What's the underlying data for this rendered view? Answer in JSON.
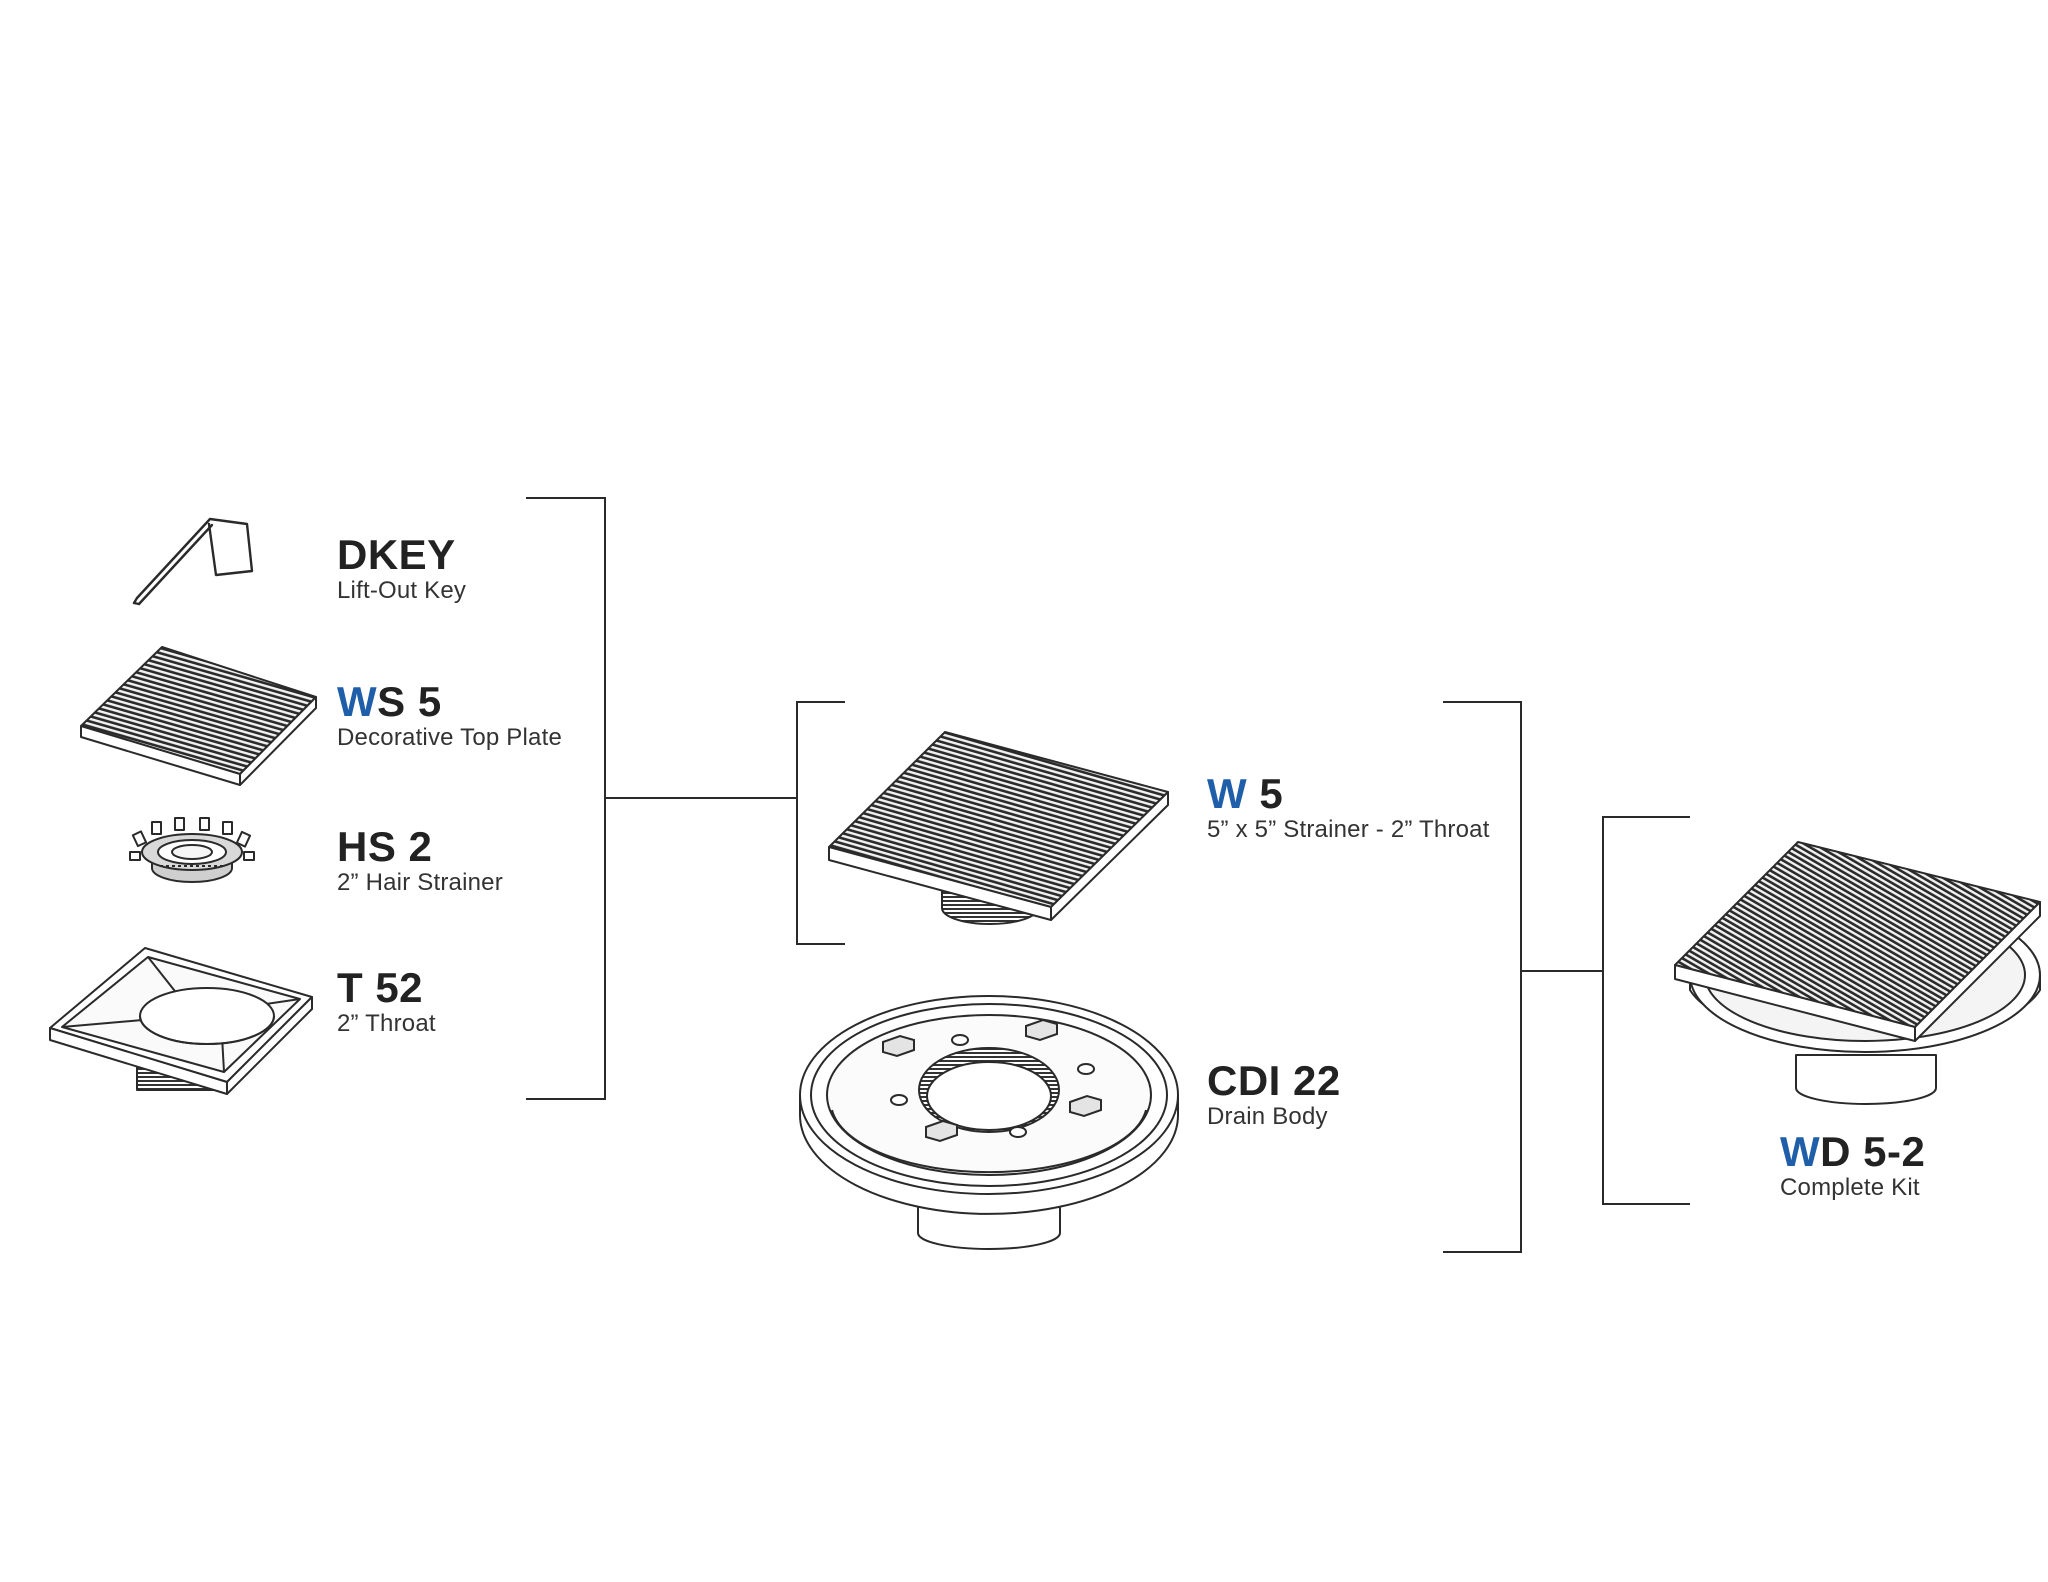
{
  "colors": {
    "accent": "#1f5ea8",
    "text": "#222222",
    "line": "#2a2a2a",
    "background": "#ffffff"
  },
  "components": [
    {
      "id": "dkey",
      "code_accent": "",
      "code_rest": "DKEY",
      "description": "Lift-Out Key",
      "icon": "lift-out-key-icon"
    },
    {
      "id": "ws5",
      "code_accent": "W",
      "code_rest": "S 5",
      "description": "Decorative Top Plate",
      "icon": "top-plate-icon"
    },
    {
      "id": "hs2",
      "code_accent": "",
      "code_rest": "HS 2",
      "description": "2” Hair Strainer",
      "icon": "hair-strainer-icon"
    },
    {
      "id": "t52",
      "code_accent": "",
      "code_rest": "T 52",
      "description": "2” Throat",
      "icon": "throat-icon"
    }
  ],
  "assemblies": [
    {
      "id": "w5",
      "code_accent": "W",
      "code_rest": " 5",
      "description": "5” x 5” Strainer - 2” Throat",
      "icon": "strainer-assembly-icon"
    },
    {
      "id": "cdi22",
      "code_accent": "",
      "code_rest": "CDI 22",
      "description": "Drain Body",
      "icon": "drain-body-icon"
    }
  ],
  "kit": {
    "id": "wd52",
    "code_accent": "W",
    "code_rest": "D 5-2",
    "description": "Complete Kit",
    "icon": "complete-kit-icon"
  }
}
